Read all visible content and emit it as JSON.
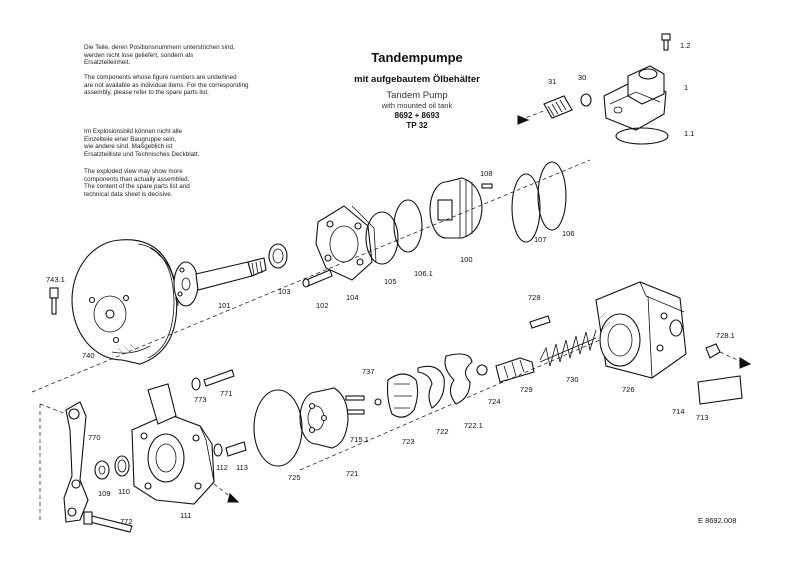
{
  "title": {
    "main": "Tandempumpe",
    "sub_de": "mit aufgebautem Ölbehälter",
    "main_en": "Tandem Pump",
    "sub_en": "with mounted oil tank",
    "model": "8692 + 8693",
    "type": "TP 32"
  },
  "notes": {
    "de_underlined": "Die Teile, deren Positionsnummern unterstrichen sind,\nwerden nicht lose geliefert, sondern als\nErsatzteileinheit.",
    "en_underlined": "The components whose figure numbers are underlined\nare not available as individual items. For the corresponding\nassembly, please refer to the spare parts list.",
    "de_exploded": "Im Explosionsbild können nicht alle\nEinzelteile einer Baugruppe sein,\nwie andere sind. Maßgeblich ist\nErsatzteilliste und Technisches Deckblatt.",
    "en_exploded": "The exploded view may show more\ncomponents than actually assembled.\nThe content of the spare parts list and\ntechnical data sheet is decisive."
  },
  "drawing_number": "E 8692.008",
  "callouts": [
    {
      "id": "c-1-2",
      "text": "1.2"
    },
    {
      "id": "c-31",
      "text": "31"
    },
    {
      "id": "c-30",
      "text": "30"
    },
    {
      "id": "c-1",
      "text": "1"
    },
    {
      "id": "c-1-1",
      "text": "1.1"
    },
    {
      "id": "c-108",
      "text": "108"
    },
    {
      "id": "c-107",
      "text": "107"
    },
    {
      "id": "c-106",
      "text": "106"
    },
    {
      "id": "c-100",
      "text": "100"
    },
    {
      "id": "c-106-1",
      "text": "106.1"
    },
    {
      "id": "c-105",
      "text": "105"
    },
    {
      "id": "c-104",
      "text": "104"
    },
    {
      "id": "c-102",
      "text": "102"
    },
    {
      "id": "c-103",
      "text": "103"
    },
    {
      "id": "c-101",
      "text": "101"
    },
    {
      "id": "c-743-1",
      "text": "743.1"
    },
    {
      "id": "c-740",
      "text": "740"
    },
    {
      "id": "c-728",
      "text": "728"
    },
    {
      "id": "c-728-1",
      "text": "728.1"
    },
    {
      "id": "c-726",
      "text": "726"
    },
    {
      "id": "c-730",
      "text": "730"
    },
    {
      "id": "c-729",
      "text": "729"
    },
    {
      "id": "c-714",
      "text": "714"
    },
    {
      "id": "c-713",
      "text": "713"
    },
    {
      "id": "c-724",
      "text": "724"
    },
    {
      "id": "c-722-1",
      "text": "722.1"
    },
    {
      "id": "c-722",
      "text": "722"
    },
    {
      "id": "c-723",
      "text": "723"
    },
    {
      "id": "c-737",
      "text": "737"
    },
    {
      "id": "c-715-1",
      "text": "715.1"
    },
    {
      "id": "c-721",
      "text": "721"
    },
    {
      "id": "c-725",
      "text": "725"
    },
    {
      "id": "c-773",
      "text": "773"
    },
    {
      "id": "c-771",
      "text": "771"
    },
    {
      "id": "c-770",
      "text": "770"
    },
    {
      "id": "c-112",
      "text": "112"
    },
    {
      "id": "c-113",
      "text": "113"
    },
    {
      "id": "c-111",
      "text": "111"
    },
    {
      "id": "c-110",
      "text": "110"
    },
    {
      "id": "c-109",
      "text": "109"
    },
    {
      "id": "c-772",
      "text": "772"
    }
  ]
}
